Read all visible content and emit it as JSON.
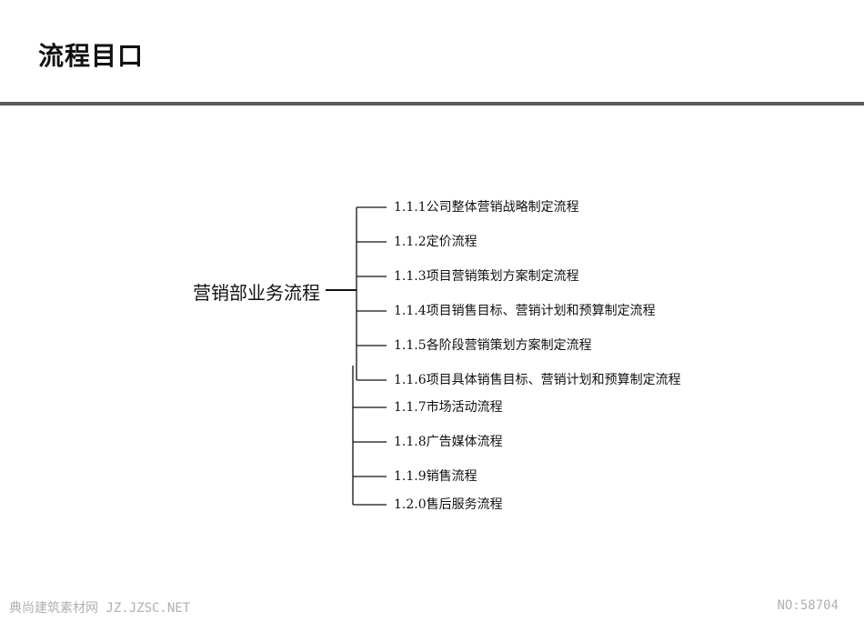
{
  "page": {
    "title": "流程目口"
  },
  "tree": {
    "root": "营销部业务流程",
    "branches": [
      "1.1.1公司整体营销战略制定流程",
      "1.1.2定价流程",
      "1.1.3项目营销策划方案制定流程",
      "1.1.4项目销售目标、营销计划和预算制定流程",
      "1.1.5各阶段营销策划方案制定流程",
      "1.1.6项目具体销售目标、营销计划和预算制定流程",
      "1.1.7市场活动流程",
      "1.1.8广告媒体流程",
      "1.1.9销售流程",
      "1.2.0售后服务流程"
    ]
  },
  "footer": {
    "left": "典尚建筑素材网 JZ.JZSC.NET",
    "right": "NO:58704"
  }
}
